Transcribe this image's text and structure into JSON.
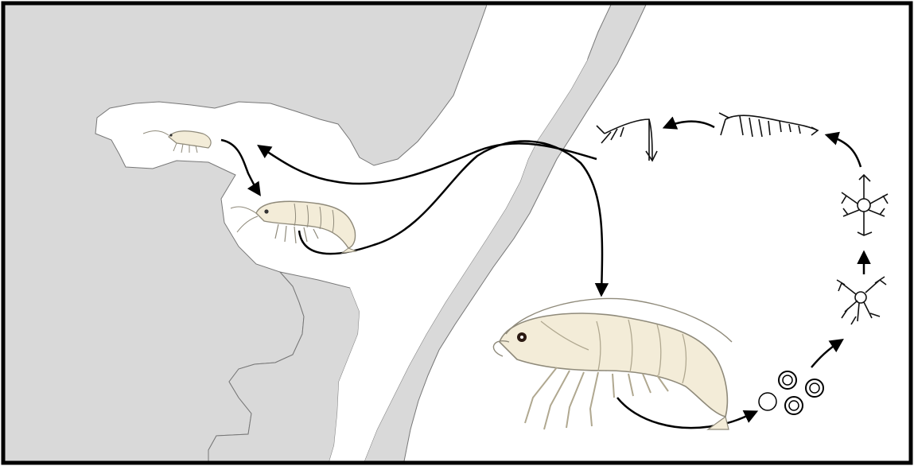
{
  "diagram": {
    "kind": "shrimp-life-cycle",
    "colors": {
      "land": "#d9d9d9",
      "water": "#ffffff",
      "border": "#000000",
      "arrow": "#000000",
      "shrimp_body": "#f3ecd8",
      "shrimp_line": "#8f8a7a",
      "larva_line": "#111111"
    },
    "stages": [
      {
        "id": "eggs",
        "icon": "egg-cluster-icon"
      },
      {
        "id": "nauplius",
        "icon": "nauplius-larva-icon"
      },
      {
        "id": "protozoea",
        "icon": "protozoea-larva-icon"
      },
      {
        "id": "mysis",
        "icon": "mysis-larva-icon"
      },
      {
        "id": "postlarva",
        "icon": "postlarva-icon"
      },
      {
        "id": "juvenile-estuary",
        "icon": "juvenile-shrimp-icon"
      },
      {
        "id": "subadult-estuary",
        "icon": "subadult-shrimp-icon"
      },
      {
        "id": "adult-offshore",
        "icon": "adult-shrimp-icon"
      }
    ]
  }
}
